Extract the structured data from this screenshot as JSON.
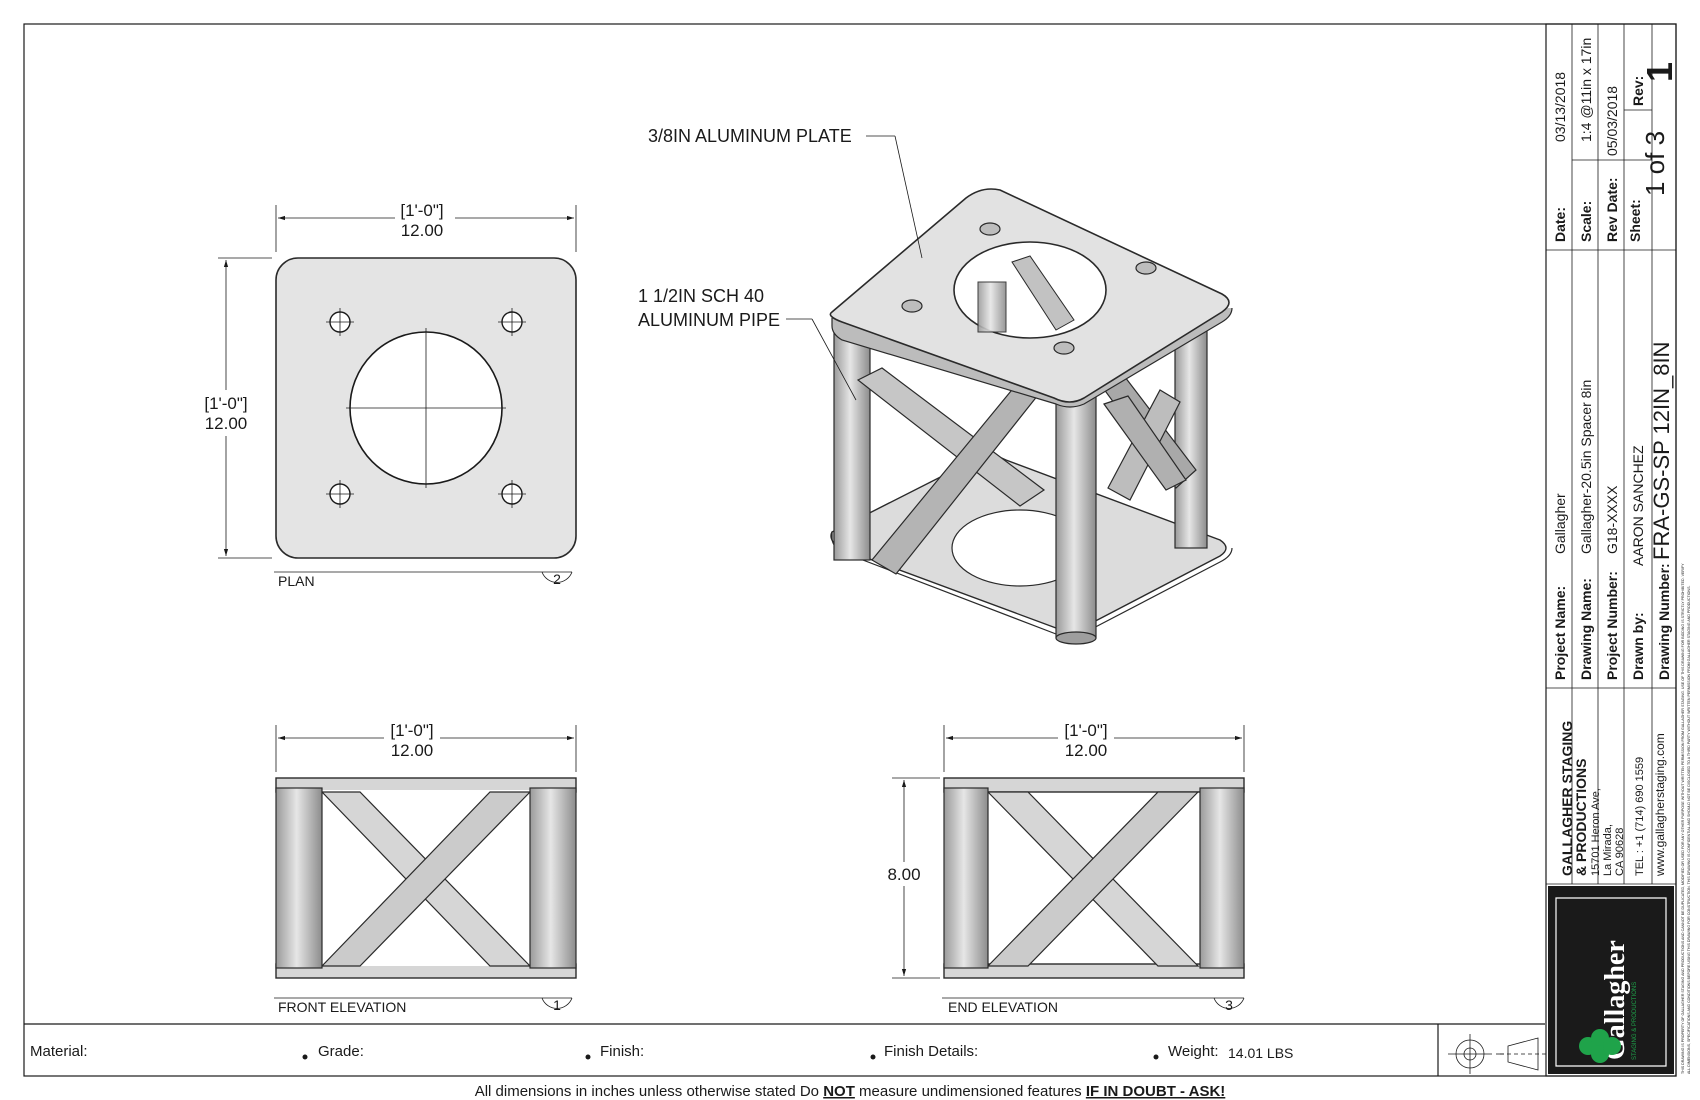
{
  "views": {
    "plan": {
      "label": "PLAN",
      "number": "2",
      "width_dim_ft": "[1'-0\"]",
      "width_dim_in": "12.00",
      "height_dim_ft": "[1'-0\"]",
      "height_dim_in": "12.00"
    },
    "front_elevation": {
      "label": "FRONT ELEVATION",
      "number": "1",
      "width_dim_ft": "[1'-0\"]",
      "width_dim_in": "12.00"
    },
    "end_elevation": {
      "label": "END ELEVATION",
      "number": "3",
      "width_dim_ft": "[1'-0\"]",
      "width_dim_in": "12.00",
      "height_dim_in": "8.00"
    },
    "isometric": {
      "callout_plate": "3/8IN ALUMINUM PLATE",
      "callout_pipe_line1": "1 1/2IN SCH 40",
      "callout_pipe_line2": "ALUMINUM PIPE"
    }
  },
  "title_block": {
    "date_label": "Date:",
    "date_value": "03/13/2018",
    "scale_label": "Scale:",
    "scale_value": "1:4 @11in x 17in",
    "rev_date_label": "Rev Date:",
    "rev_date_value": "05/03/2018",
    "sheet_label": "Sheet:",
    "sheet_value": "1 of 3",
    "rev_label": "Rev:",
    "rev_value": "1",
    "project_name_label": "Project Name:",
    "project_name_value": "Gallagher",
    "drawing_name_label": "Drawing Name:",
    "drawing_name_value": "Gallagher-20.5in Spacer 8in",
    "project_number_label": "Project Number:",
    "project_number_value": "G18-XXXX",
    "drawn_by_label": "Drawn by:",
    "drawn_by_value": "AARON SANCHEZ",
    "drawing_number_label": "Drawing Number:",
    "drawing_number_value": "FRA-GS-SP 12IN_8IN",
    "company_line1": "GALLAGHER STAGING",
    "company_line2": "& PRODUCTIONS",
    "address_line1": "15701 Heron Ave,",
    "address_line2": "La Mirada,",
    "address_line3": "CA 90628",
    "tel": "TEL : +1 (714) 690 1559",
    "website": "www.gallagherstaging.com",
    "logo_text": "Gallagher",
    "logo_subtext": "STAGING & PRODUCTIONS",
    "disclaimer_line1": "THIS DRAWING IS PROPERTY OF GALLAGHER STAGING AND PRODUCTIONS AND CANNOT BE DUPLICATED, MODIFIED OR USED FOR ANY OTHER PURPOSE WITHOUT WRITTEN PERMISSION FROM GALLAGHER STAGING. USE OF THIS DRAWING FOR BIDDING IS STRICTLY PROHIBITED. VERIFY",
    "disclaimer_line2": "ALL DIMENSIONS, SPECIFICATIONS AND CONDITIONS BEFORE USING THIS DRAWING FOR CONSTRUCTION. THIS DRAWING IS CONFIDENTIAL AND SHOULD NOT BE DISCLOSED TO A THIRD PARTY WITHOUT WRITTEN PERMISSION FROM GALLAGHER STAGING AND PRODUCTIONS."
  },
  "material_row": {
    "material_label": "Material:",
    "grade_label": "Grade:",
    "finish_label": "Finish:",
    "finish_details_label": "Finish Details:",
    "weight_label": "Weight:",
    "weight_value": "14.01 LBS"
  },
  "footer": {
    "part1": "All dimensions in inches unless otherwise stated Do ",
    "part2": "NOT",
    "part3": " measure undimensioned features ",
    "part4": "IF IN DOUBT - ASK!"
  },
  "colors": {
    "metal_fill": "#d9d9d9",
    "line": "#1a1a1a",
    "logo_bg": "#1a1a1a",
    "logo_green": "#1fa34a"
  }
}
